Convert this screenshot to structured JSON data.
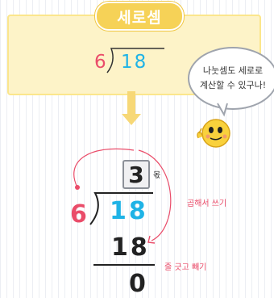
{
  "title": "세로셈",
  "top_problem": {
    "divisor": "6",
    "dividend": "18"
  },
  "speech_bubble": {
    "line1": "나눗셈도 세로로",
    "line2": "계산할 수 있구나!"
  },
  "long_division": {
    "quotient": "3",
    "quotient_label": "몫",
    "divisor": "6",
    "dividend": "18",
    "product": "18",
    "remainder": "0",
    "multiply_note": "곱해서 쓰기",
    "subtract_note": "줄 긋고 빼기"
  },
  "colors": {
    "pink": "#ea4d6a",
    "blue": "#1fb3e6",
    "yellow": "#f6d257",
    "box_fill": "#fdf3c8"
  }
}
